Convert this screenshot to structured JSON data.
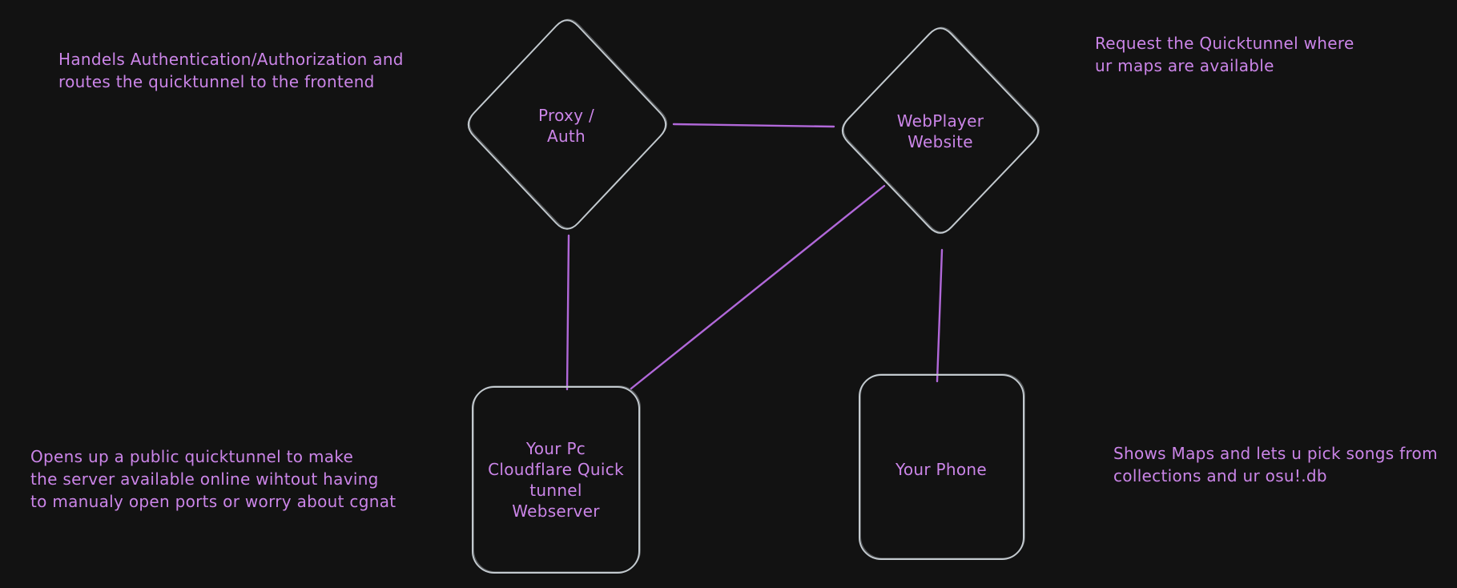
{
  "colors": {
    "background": "#121212",
    "shape_stroke": "#c2c9ce",
    "text_purple": "#cb85e8",
    "line_purple": "#b168d9"
  },
  "nodes": {
    "proxy_auth": {
      "label": "Proxy /\nAuth",
      "shape": "diamond"
    },
    "webplayer_website": {
      "label": "WebPlayer\nWebsite",
      "shape": "diamond"
    },
    "your_pc": {
      "label": "Your Pc\nCloudflare Quick\ntunnel\nWebserver",
      "shape": "rounded-rectangle"
    },
    "your_phone": {
      "label": "Your Phone",
      "shape": "rounded-rectangle"
    }
  },
  "edges": [
    {
      "from": "proxy_auth",
      "to": "webplayer_website"
    },
    {
      "from": "proxy_auth",
      "to": "your_pc"
    },
    {
      "from": "webplayer_website",
      "to": "your_pc"
    },
    {
      "from": "webplayer_website",
      "to": "your_phone"
    }
  ],
  "annotations": {
    "top_left": "Handels Authentication/Authorization and\nroutes the quicktunnel to the frontend",
    "top_right": "Request the Quicktunnel where\nur maps are available",
    "bottom_left": "Opens up a public quicktunnel to make\nthe server available online wihtout having\nto manualy open ports or worry about cgnat",
    "bottom_right": "Shows Maps and lets u pick songs from\ncollections and ur osu!.db"
  }
}
